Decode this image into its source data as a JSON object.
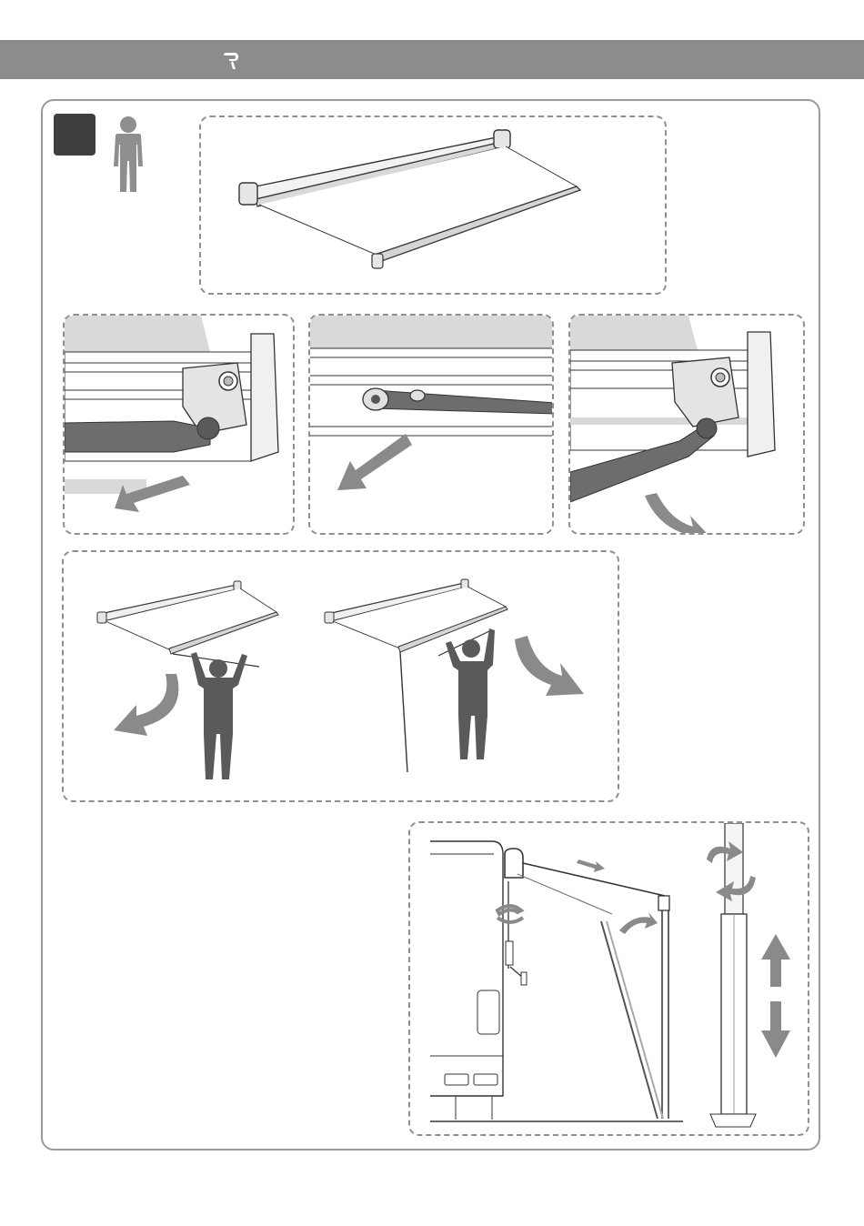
{
  "header": {
    "logo_icon": "brand-hook-logo-icon"
  },
  "step": {
    "marker_icon": "step-marker-square",
    "person_icon": "one-person-icon"
  },
  "panels": {
    "overview": {
      "illustration": "awning-fully-extended"
    },
    "detail_1": {
      "illustration": "end-cap-lever-release",
      "arrow": "arrow-pull-left"
    },
    "detail_2": {
      "illustration": "arm-clip-on-profile",
      "arrow": "arrow-pull-left"
    },
    "detail_3": {
      "illustration": "arm-swing-down",
      "arrow": "arrow-rotate-down"
    },
    "people": {
      "illustration": "person-pulling-awning-out",
      "arrows": [
        "arrow-curve-down-left",
        "arrow-curve-down-right"
      ]
    },
    "vehicle": {
      "illustration": "vehicle-side-with-awning-legs",
      "arrows": [
        "arrow-up",
        "arrow-down",
        "arrow-rotate",
        "arrow-small-right"
      ]
    }
  },
  "colors": {
    "header_band": "#8c8c8c",
    "frame_border": "#9a9a9a",
    "dashed_border": "#8f8f8f",
    "arrow_grey": "#8a8a8a",
    "figure_grey": "#5a5a5a",
    "step_square": "#3f3f3f"
  }
}
